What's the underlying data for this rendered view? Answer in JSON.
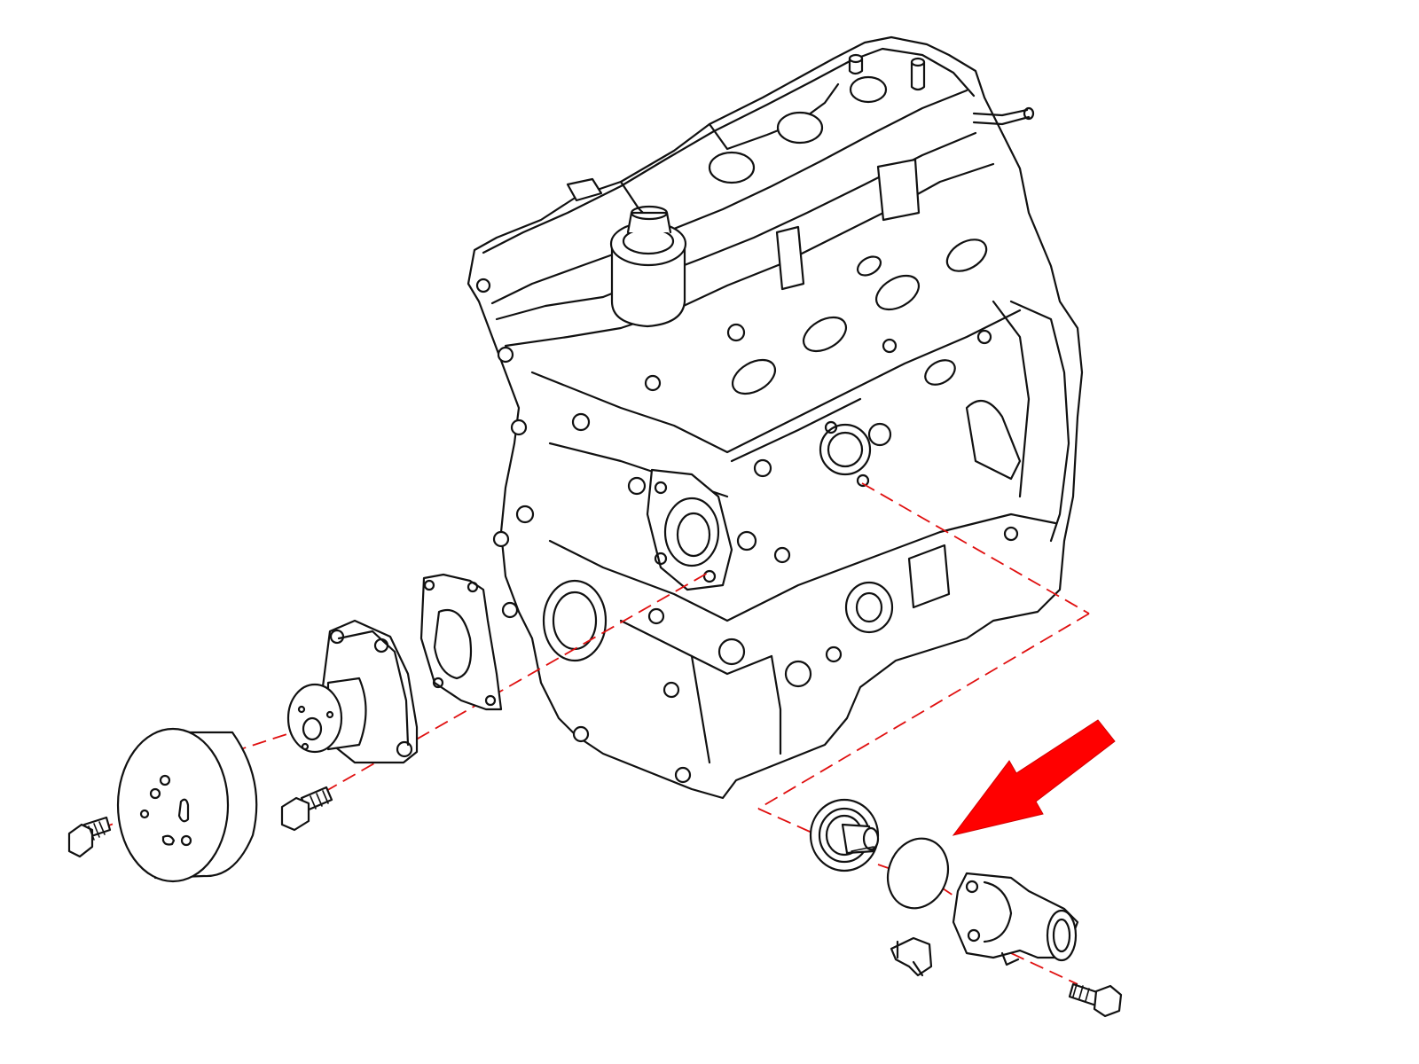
{
  "diagram": {
    "type": "exploded-assembly",
    "colors": {
      "line": "#111111",
      "leader": "#e01010",
      "arrow": "#ff0000",
      "background": "#ffffff"
    },
    "parts": [
      {
        "id": "engine-block",
        "icon": "engine-block-icon"
      },
      {
        "id": "water-pump-pulley",
        "icon": "pulley-icon"
      },
      {
        "id": "pulley-bolt",
        "icon": "bolt-icon"
      },
      {
        "id": "water-pump",
        "icon": "water-pump-icon"
      },
      {
        "id": "water-pump-bolt",
        "icon": "bolt-icon"
      },
      {
        "id": "water-pump-gasket",
        "icon": "gasket-icon"
      },
      {
        "id": "thermostat",
        "icon": "thermostat-icon"
      },
      {
        "id": "thermostat-gasket",
        "icon": "o-ring-icon"
      },
      {
        "id": "water-inlet-housing",
        "icon": "water-outlet-icon"
      },
      {
        "id": "hose-clip",
        "icon": "clip-icon"
      },
      {
        "id": "housing-bolt",
        "icon": "bolt-icon"
      }
    ],
    "highlight": {
      "target": "thermostat-gasket",
      "icon": "arrow-icon"
    }
  }
}
